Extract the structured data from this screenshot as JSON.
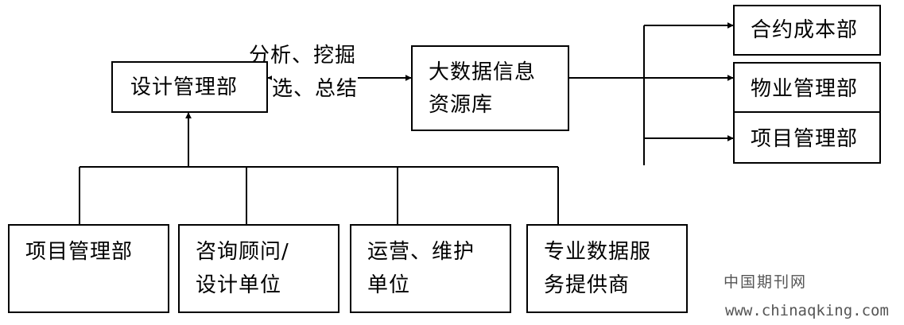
{
  "nodes": {
    "design_dept": "设计管理部",
    "big_data_line1": "大数据信息",
    "big_data_line2": "资源库",
    "contract_cost": "合约成本部",
    "property_mgmt": "物业管理部",
    "project_mgmt_right": "项目管理部",
    "project_mgmt_bottom": "项目管理部",
    "consultant_line1": "咨询顾问/",
    "consultant_line2": "设计单位",
    "operation_line1": "运营、维护",
    "operation_line2": "单位",
    "data_service_line1": "专业数据服",
    "data_service_line2": "务提供商"
  },
  "edge_labels": {
    "analyze_mine": "分析、挖掘",
    "select_summarize": "选、总结"
  },
  "watermark": {
    "name": "中国期刊网",
    "url": "www.chinaqking.com"
  }
}
